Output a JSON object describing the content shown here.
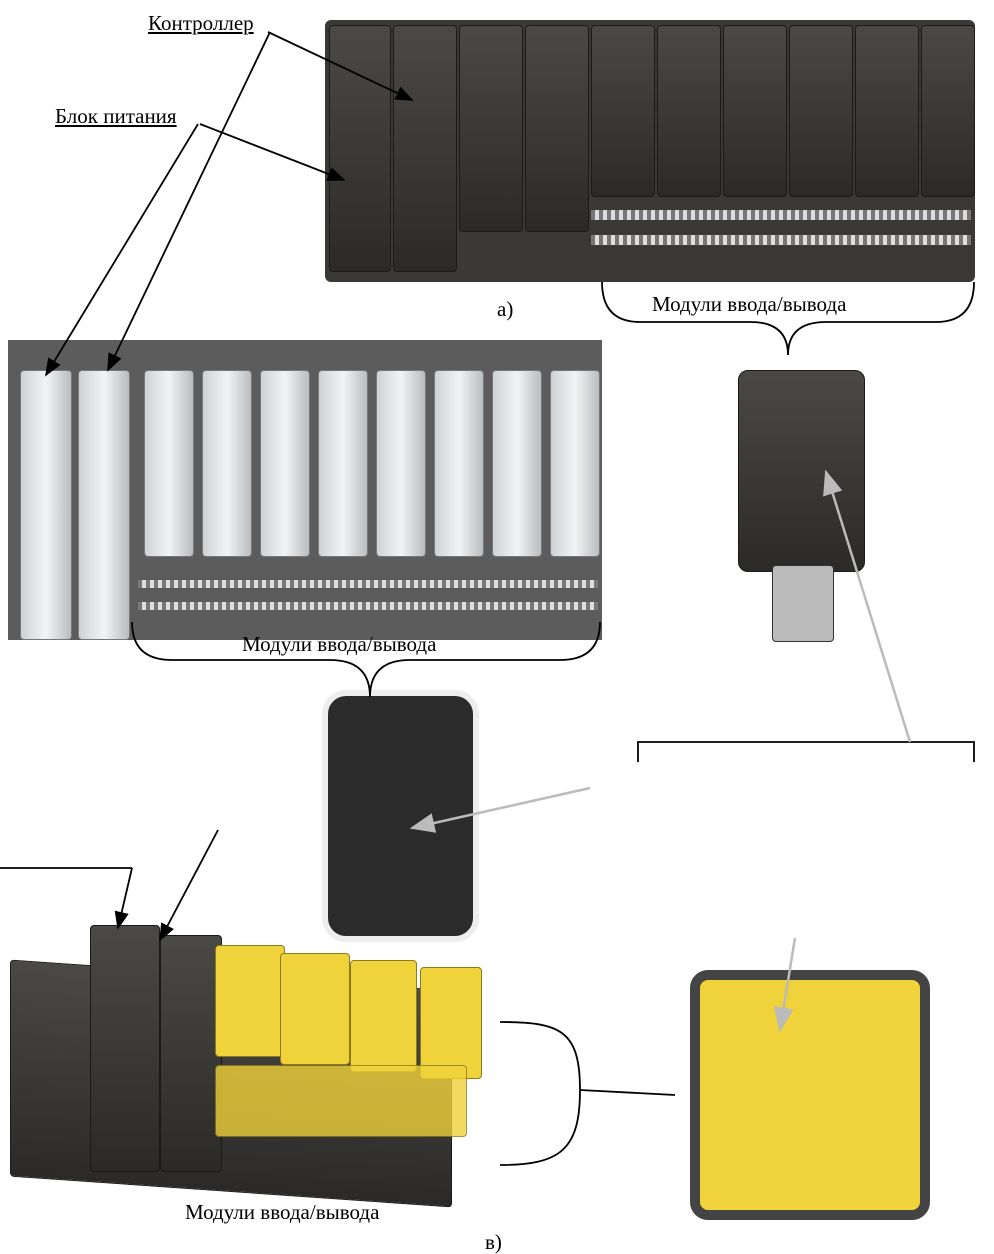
{
  "labels": {
    "controller": "Контроллер",
    "power_supply": "Блок питания",
    "io_modules_a": "Модули ввода/вывода",
    "io_modules_b": "Модули ввода/вывода",
    "io_modules_c": "Модули ввода/вывода",
    "caption_a": "а)",
    "caption_c": "в)"
  }
}
